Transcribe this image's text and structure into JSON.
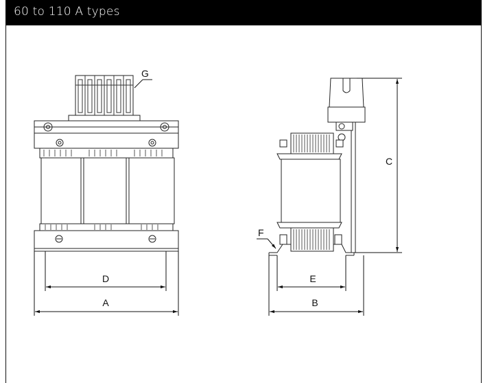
{
  "header": {
    "title": "60 to 110 A types"
  },
  "labels": {
    "a": "A",
    "b": "B",
    "c": "C",
    "d": "D",
    "e": "E",
    "f": "F",
    "g": "G"
  }
}
